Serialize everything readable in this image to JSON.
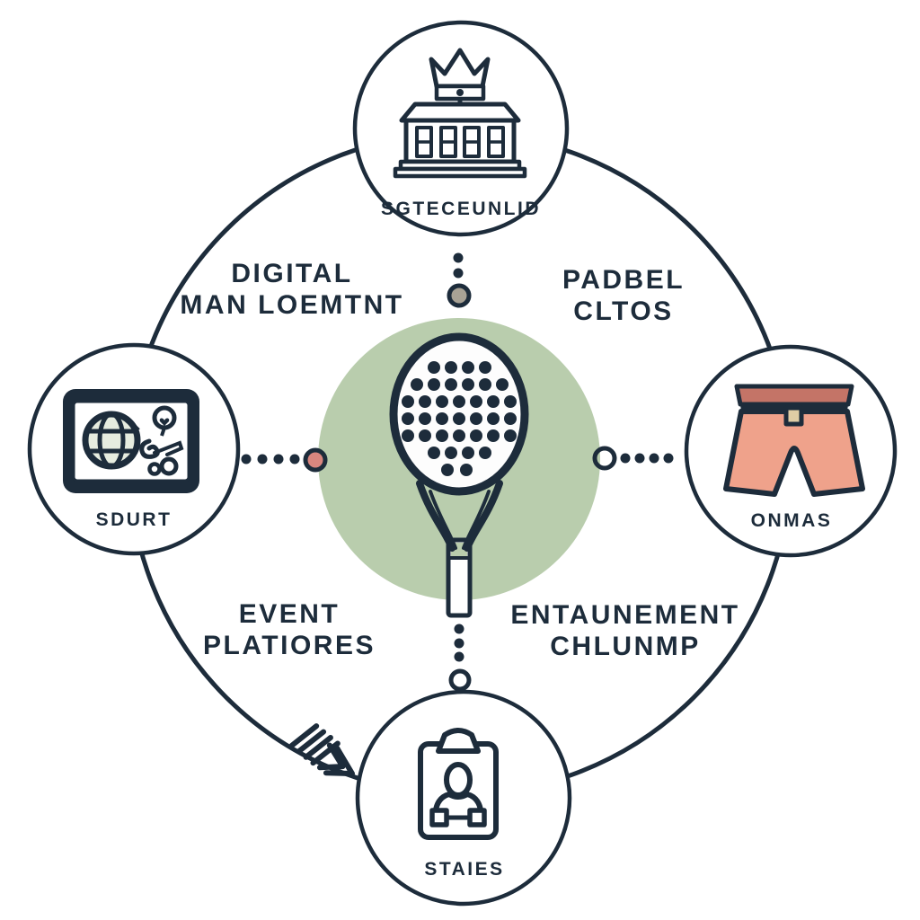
{
  "diagram": {
    "center": {
      "icon": "padel-racket-icon",
      "background": "sage-circle"
    },
    "nodes": [
      {
        "position": "top",
        "label": "SGTECEUNLID",
        "icon": "building-crown-icon"
      },
      {
        "position": "left",
        "label": "SDURT",
        "icon": "browser-globe-icon"
      },
      {
        "position": "right",
        "label": "ONMAS",
        "icon": "shorts-icon"
      },
      {
        "position": "bottom",
        "label": "STAIES",
        "icon": "player-id-badge-icon"
      }
    ],
    "quadrants": [
      {
        "position": "top-left",
        "line1": "DIGITAL",
        "line2": "MAN LOEMTNT"
      },
      {
        "position": "top-right",
        "line1": "PADBEL",
        "line2": "CLTOS"
      },
      {
        "position": "bottom-left",
        "line1": "EVENT",
        "line2": "PLATIORES"
      },
      {
        "position": "bottom-right",
        "line1": "ENTAUNEMENT",
        "line2": "CHLUNMP"
      }
    ],
    "colors": {
      "ink_navy": "#1d2c3b",
      "sage_green": "#b9cdad",
      "shorts_salmon": "#efa28b",
      "waistband_red": "#c47467",
      "button_beige": "#dfcda5",
      "left_connector_dot": "#d9867f",
      "top_connector_dot": "#a8a295",
      "background": "#ffffff"
    }
  }
}
